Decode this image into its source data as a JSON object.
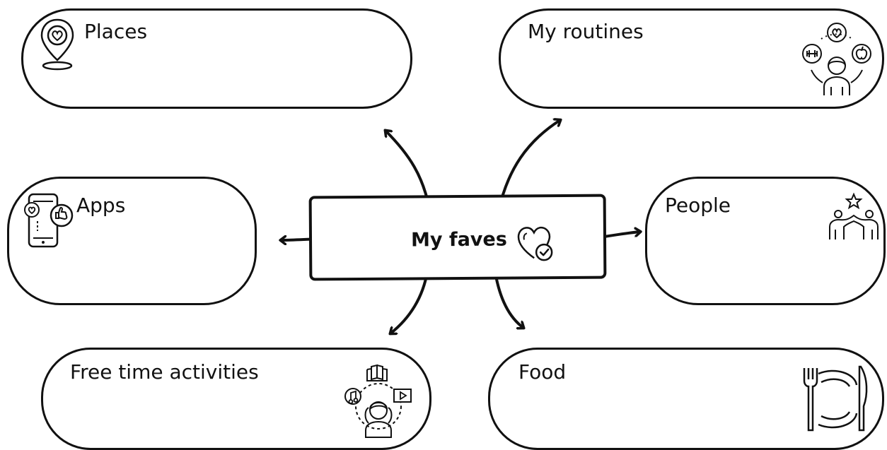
{
  "center": {
    "label": "My faves",
    "icon": "heart-check-icon"
  },
  "nodes": {
    "places": {
      "label": "Places",
      "icon": "location-heart-pin-icon"
    },
    "routines": {
      "label": "My routines",
      "icon": "person-health-routine-icon"
    },
    "apps": {
      "label": "Apps",
      "icon": "smartphone-social-icon"
    },
    "people": {
      "label": "People",
      "icon": "people-star-icon"
    },
    "free": {
      "label": "Free time activities",
      "icon": "person-hobbies-icon"
    },
    "food": {
      "label": "Food",
      "icon": "plate-fork-knife-icon"
    }
  },
  "colors": {
    "stroke": "#111111",
    "background": "#ffffff"
  }
}
